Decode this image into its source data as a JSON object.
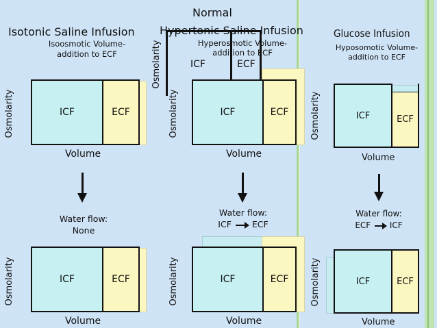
{
  "top_title": "Normal",
  "normal_labels": {
    "icf": "ICF",
    "ecf": "ECF",
    "osm": "Osmolarity"
  },
  "panels": [
    {
      "title": "Isotonic Saline Infusion",
      "subtitle_line1": "Isoosmotic Volume-",
      "subtitle_line2": "addition to ECF",
      "osm": "Osmolarity",
      "volume": "Volume",
      "icf": "ICF",
      "ecf": "ECF",
      "flow_line1": "Water flow:",
      "flow_line2": "None"
    },
    {
      "title": "Hypertonic Saline Infusion",
      "subtitle_line1": "Hyperosmotic Volume-",
      "subtitle_line2": "addition to ECF",
      "osm": "Osmolarity",
      "volume": "Volume",
      "icf": "ICF",
      "ecf": "ECF",
      "flow_line1": "Water flow:",
      "flow_from": "ICF",
      "flow_to": "ECF"
    },
    {
      "title": "Glucose Infusion",
      "subtitle_line1": "Hyposomotic Volume-",
      "subtitle_line2": "addition to ECF",
      "osm": "Osmolarity",
      "volume": "Volume",
      "icf": "ICF",
      "ecf": "ECF",
      "flow_line1": "Water flow:",
      "flow_from": "ECF",
      "flow_to": "ICF"
    }
  ],
  "colors": {
    "background": "#cfe3f6",
    "icf": "#c6f0f2",
    "ecf": "#fbf7c0",
    "divider": "#9bd28a"
  }
}
